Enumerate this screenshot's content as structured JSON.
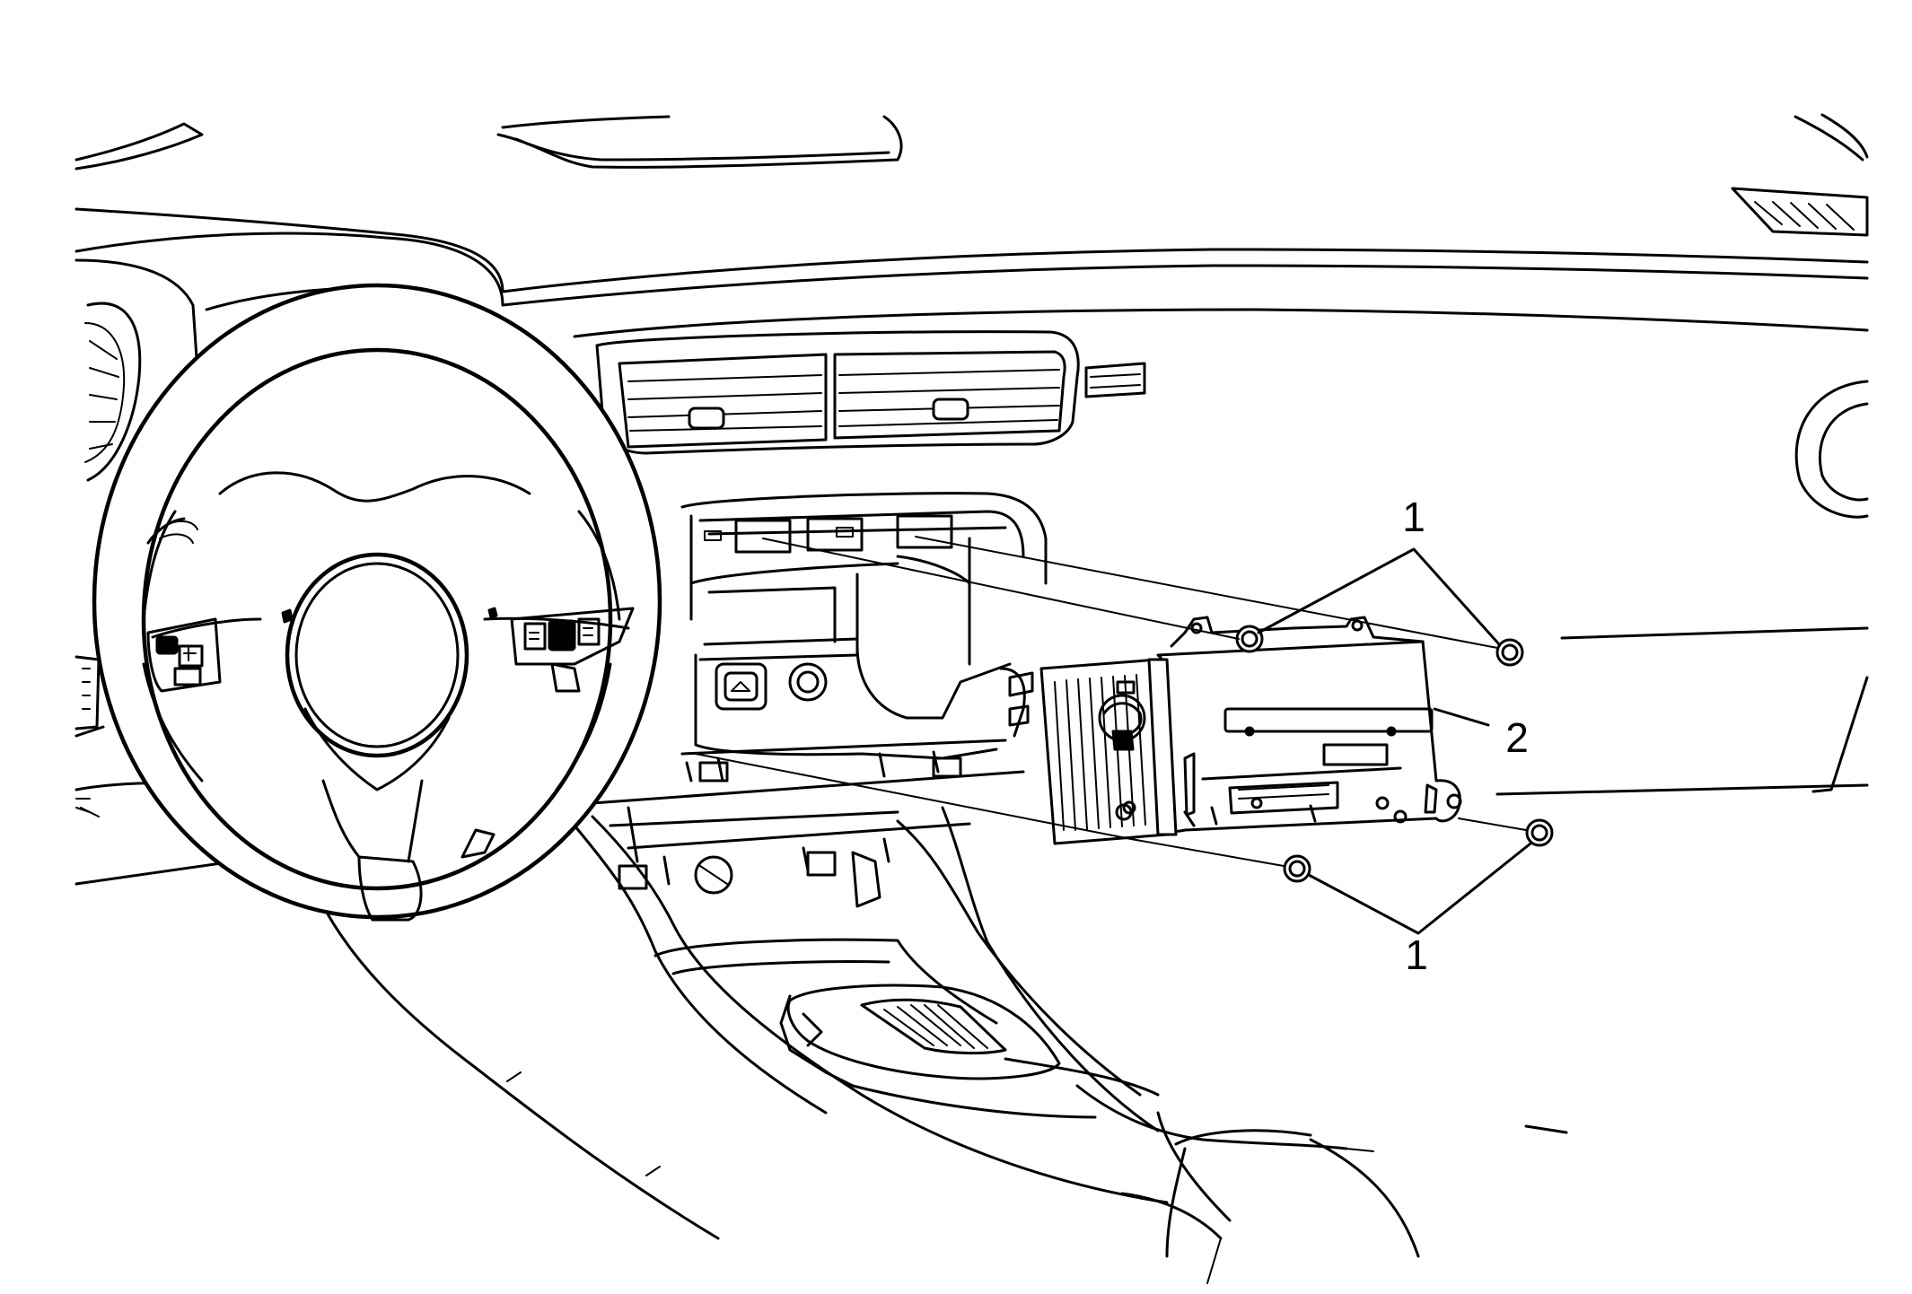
{
  "callouts": {
    "bolts_top": "1",
    "radio": "2",
    "bolts_bottom": "1"
  }
}
